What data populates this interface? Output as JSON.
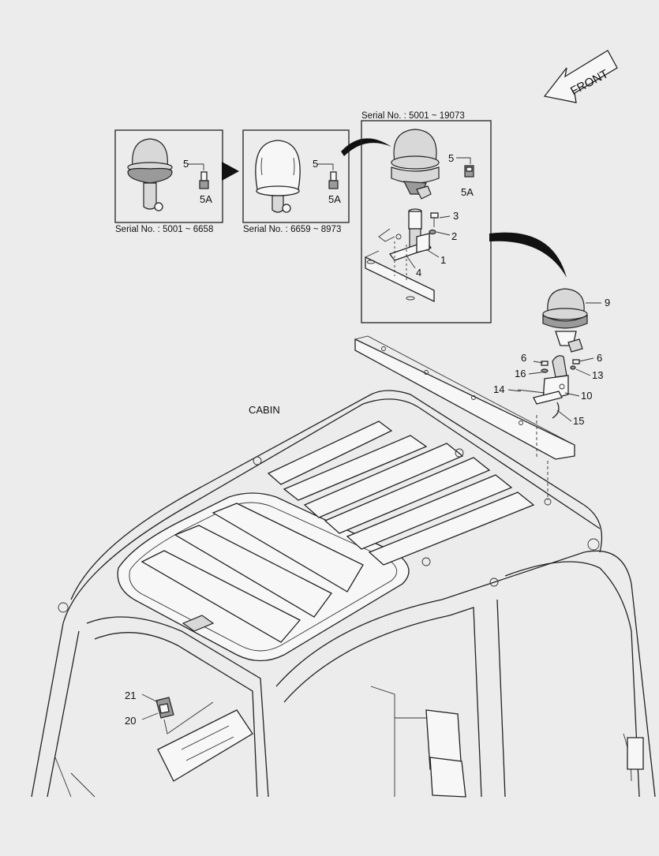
{
  "front_label": "FRONT",
  "cabin_label": "CABIN",
  "serial_boxes": [
    {
      "caption": "Serial No. : 5001 ~ 6658",
      "label_lamp": "5",
      "label_bulb": "5A"
    },
    {
      "caption": "Serial No. : 6659 ~ 8973",
      "label_lamp": "5",
      "label_bulb": "5A"
    },
    {
      "caption": "Serial No. : 5001 ~ 19073",
      "label_lamp": "5",
      "label_bulb": "5A"
    }
  ],
  "callouts": {
    "c1": "1",
    "c2": "2",
    "c3": "3",
    "c4": "4",
    "c9": "9",
    "c6a": "6",
    "c6b": "6",
    "c16": "16",
    "c13": "13",
    "c14": "14",
    "c10": "10",
    "c15": "15",
    "c21": "21",
    "c20": "20"
  },
  "colors": {
    "background": "#ececec",
    "line": "#222222",
    "lamp_fill": "#d8d8d8"
  }
}
